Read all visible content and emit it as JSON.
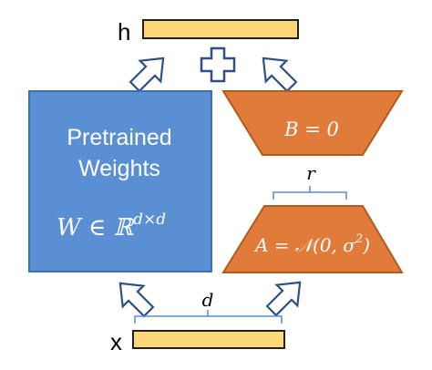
{
  "labels": {
    "h": "h",
    "x": "x",
    "d": "d",
    "r": "r"
  },
  "pretrained": {
    "line1": "Pretrained",
    "line2": "Weights",
    "formula_main": "W ∈ ℝ",
    "formula_sup": "d×d"
  },
  "matrix_b": {
    "formula": "B = 0"
  },
  "matrix_a": {
    "formula_main": "A = 𝒩(0, σ",
    "formula_sup": "2",
    "formula_end": ")"
  },
  "colors": {
    "blue_fill": "#5b8fd4",
    "blue_stroke": "#3e6fb0",
    "orange_fill": "#e07b39",
    "orange_stroke": "#b35a1f",
    "bar_fill": "#fdd878",
    "bar_stroke": "#1f1f1f",
    "arrow_stroke": "#2f4f85",
    "brace_stroke": "#5b8fd4"
  }
}
